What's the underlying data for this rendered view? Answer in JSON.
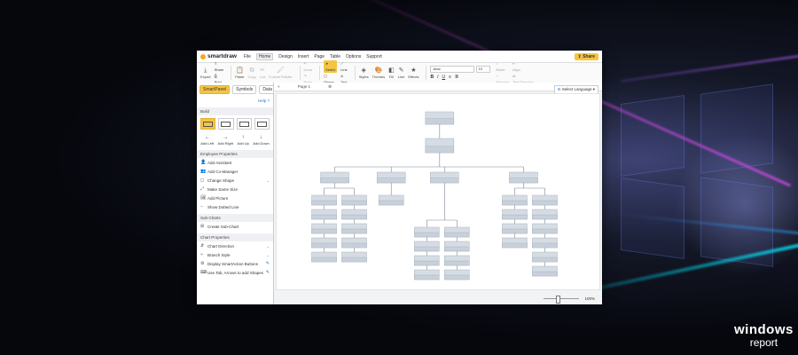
{
  "window": {
    "logo_text": "smartdraw",
    "share_label": "Share"
  },
  "menu": [
    "File",
    "Home",
    "Design",
    "Insert",
    "Page",
    "Table",
    "Options",
    "Support"
  ],
  "ribbon": {
    "export": "Export",
    "share": "Share",
    "print": "Print",
    "paste": "Paste",
    "copy": "Copy",
    "cut": "Cut",
    "format_painter": "Format Painter",
    "undo": "Undo",
    "redo": "Redo",
    "select": "Select",
    "shape": "Shape",
    "line": "Line",
    "text": "Text",
    "styles": "Styles",
    "themes": "Themes",
    "fill": "Fill",
    "line2": "Line",
    "effects": "Effects",
    "font": "Arial",
    "font_size": "10",
    "bullet": "Bullet",
    "align": "Align",
    "spacing": "Spacing",
    "text_direction": "Text Direction"
  },
  "sidebar": {
    "tabs": [
      "SmartPanel",
      "Symbols",
      "Data"
    ],
    "help": "Help",
    "build_header": "Build",
    "add_buttons": [
      "Add Left",
      "Add Right",
      "Add Up",
      "Add Down"
    ],
    "employee_header": "Employee Properties",
    "employee_items": [
      {
        "label": "Add Assistant",
        "icon": "user-plus-icon"
      },
      {
        "label": "Add Co-Manager",
        "icon": "users-icon"
      },
      {
        "label": "Change Shape",
        "icon": "shape-icon",
        "chevron": true
      },
      {
        "label": "Make Same Size",
        "icon": "resize-icon"
      },
      {
        "label": "Add Picture",
        "icon": "image-icon"
      },
      {
        "label": "Show Dotted Line",
        "icon": "dotted-line-icon"
      }
    ],
    "subcharts_header": "Sub-Charts",
    "subcharts_items": [
      {
        "label": "Create Sub-Chart",
        "icon": "subchart-icon"
      }
    ],
    "chart_header": "Chart Properties",
    "chart_items": [
      {
        "label": "Chart Direction",
        "icon": "direction-icon",
        "chevron": true
      },
      {
        "label": "Branch Style",
        "icon": "branch-icon",
        "chevron": true
      },
      {
        "label": "Display SmartAction Buttons",
        "icon": "smartaction-icon",
        "edit": true
      },
      {
        "label": "Use Tab, Arrows to add Shapes",
        "icon": "keyboard-icon",
        "edit": true
      }
    ]
  },
  "canvas": {
    "doc_tab": "Page 1",
    "language": "Select Language",
    "zoom": "100%"
  },
  "colors": {
    "accent": "#f5c542",
    "node_fill": "#d6dce3",
    "line": "#7a8591"
  }
}
